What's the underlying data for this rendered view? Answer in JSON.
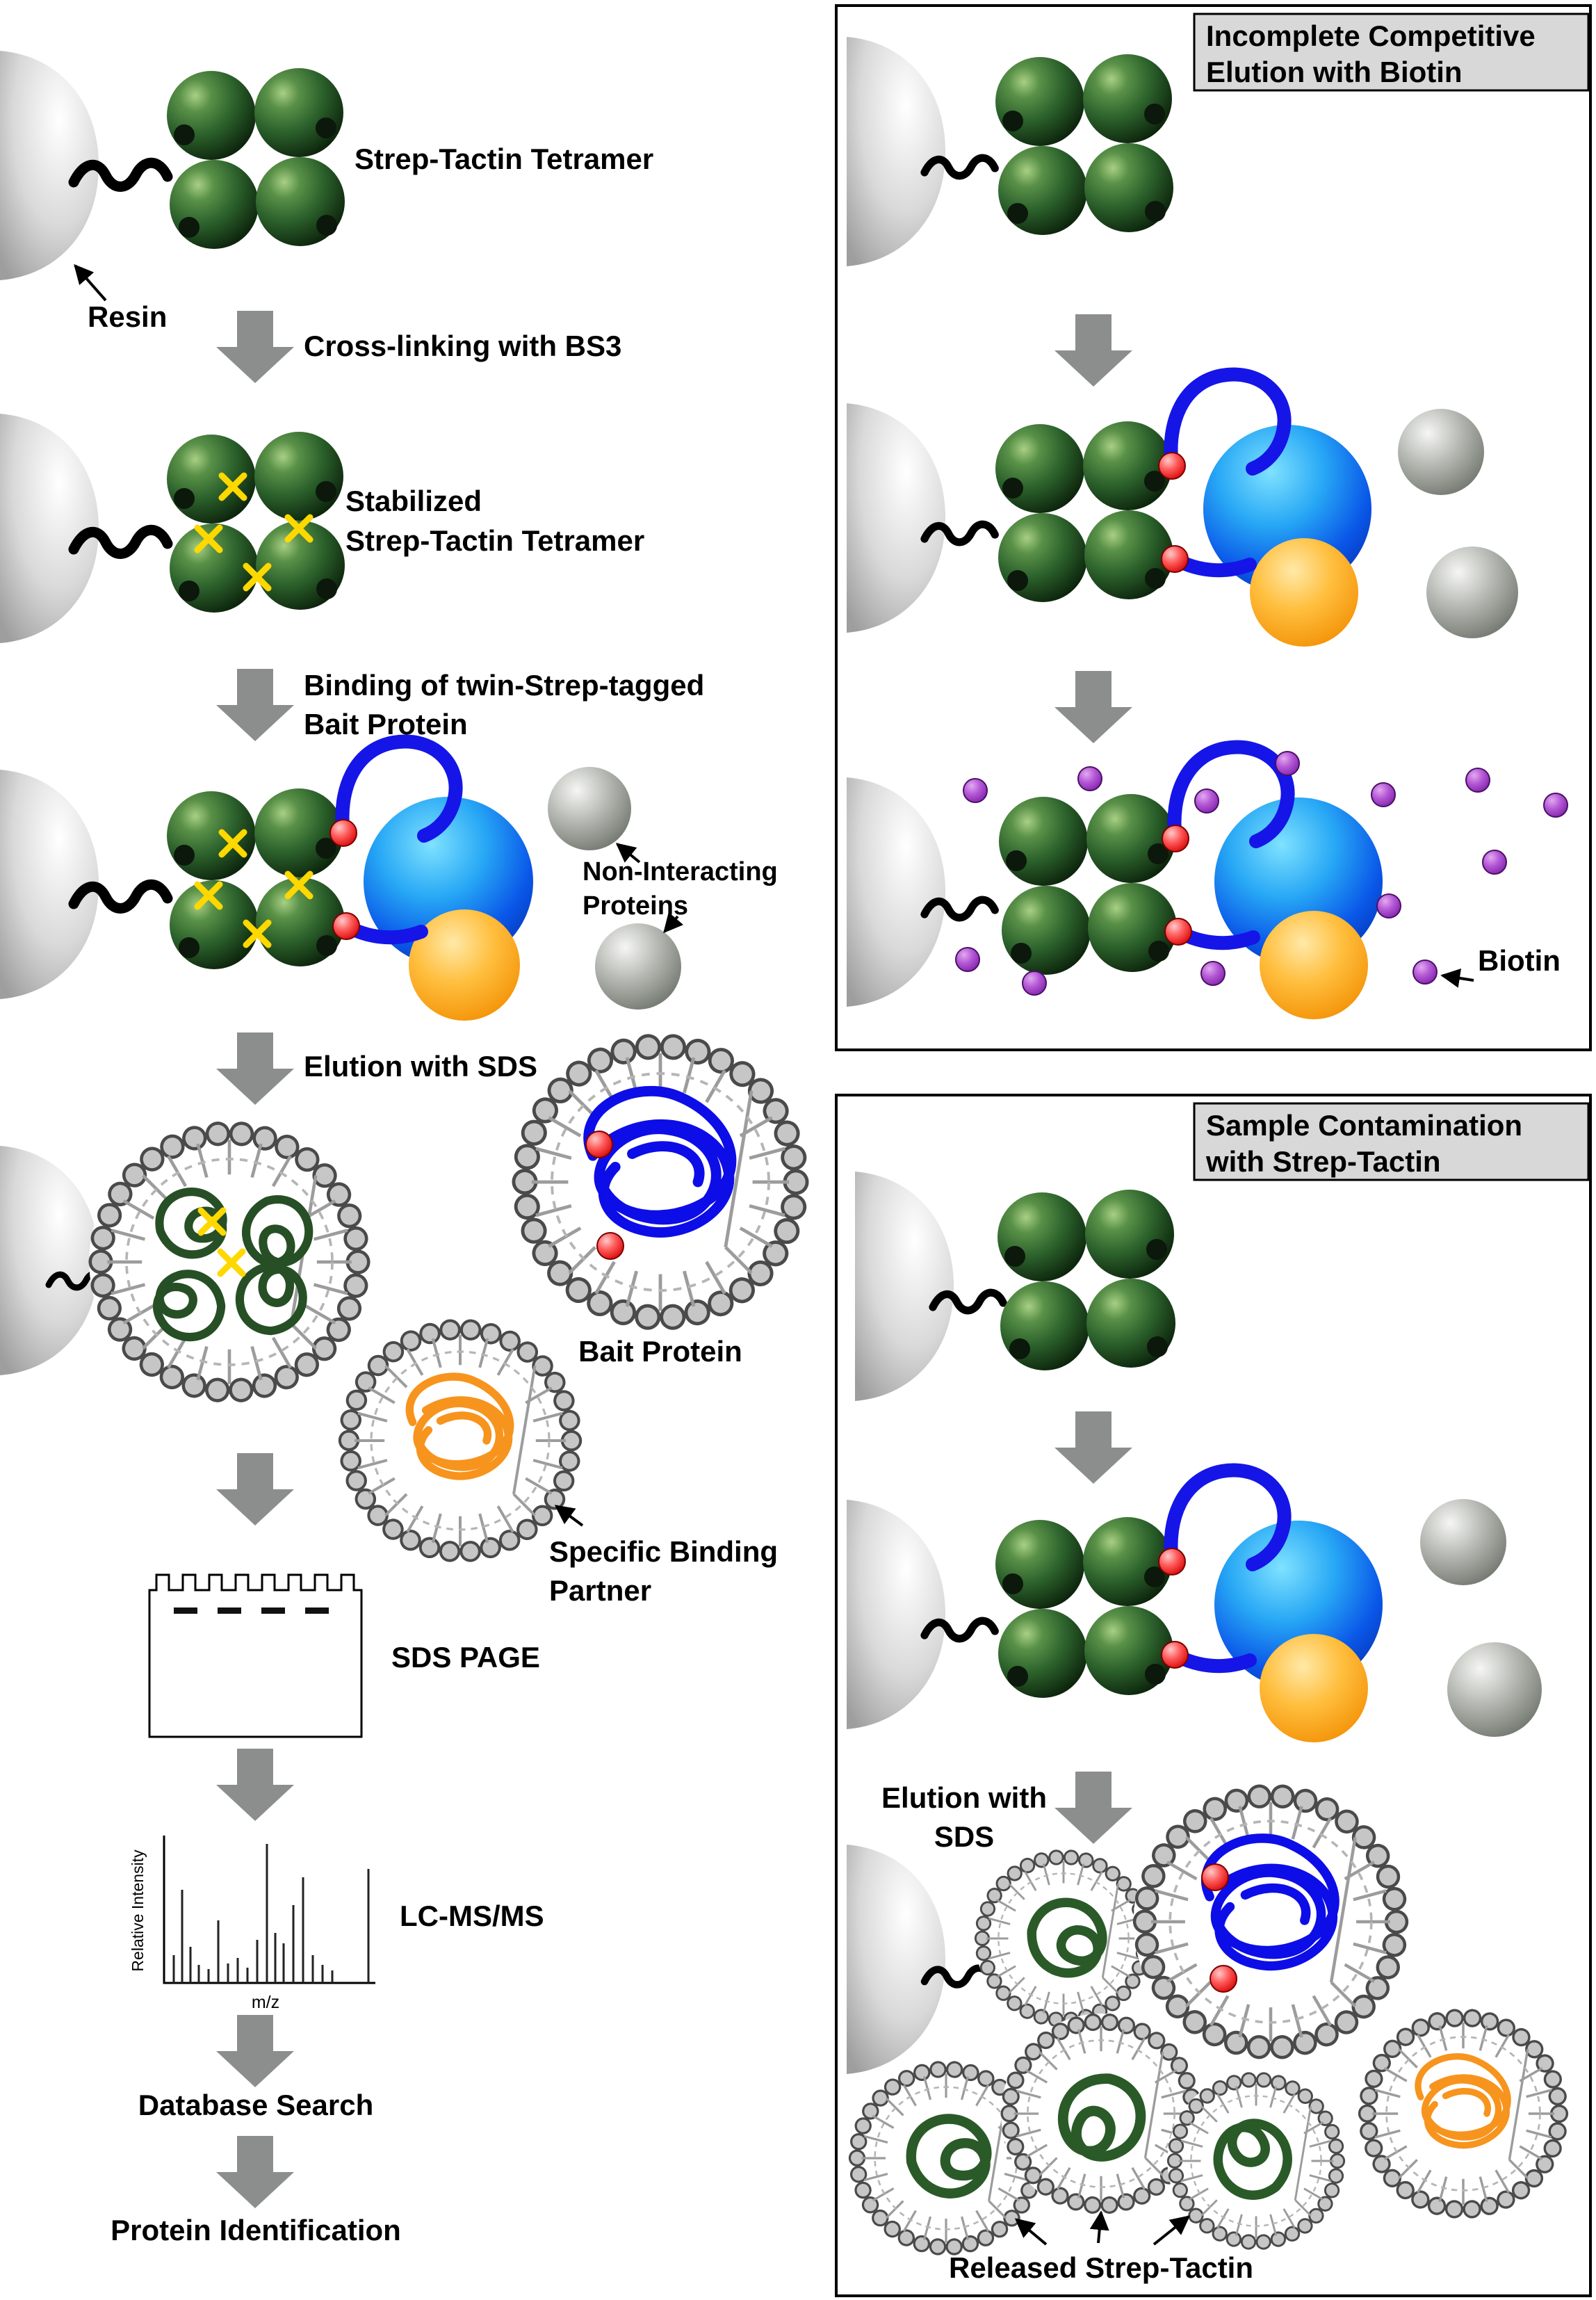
{
  "figure": {
    "left_flow": {
      "step1_title": "Strep-Tactin Tetramer",
      "resin_label": "Resin",
      "arrow1_label": "Cross-linking with BS3",
      "step2_title_l1": "Stabilized",
      "step2_title_l2": "Strep-Tactin Tetramer",
      "arrow2_label_l1": "Binding of twin-Strep-tagged",
      "arrow2_label_l2": "Bait Protein",
      "non_interacting_l1": "Non-Interacting",
      "non_interacting_l2": "Proteins",
      "arrow3_label": "Elution with SDS",
      "bait_micelle_label": "Bait Protein",
      "partner_label_l1": "Specific Binding",
      "partner_label_l2": "Partner",
      "sds_page_label": "SDS PAGE",
      "ms_ylabel": "Relative Intensity",
      "ms_xlabel": "m/z",
      "lcms_label": "LC-MS/MS",
      "db_search_label": "Database Search",
      "protein_id_label": "Protein Identification"
    },
    "biotin_panel": {
      "title_l1": "Incomplete Competitive",
      "title_l2": "Elution with Biotin",
      "biotin_label": "Biotin"
    },
    "contamination_panel": {
      "title_l1": "Sample Contamination",
      "title_l2": "with Strep-Tactin",
      "elution_l1": "Elution with",
      "elution_l2": "SDS",
      "released_label": "Released Strep-Tactin"
    },
    "colors": {
      "strep_tactin_green": "#2f6b2f",
      "bait_blue": "#1a6fe8",
      "twin_strep_tag_blue": "#1515e8",
      "partner_orange": "#f7a21b",
      "noninteracting_gray": "#9aa09a",
      "biotin_purple": "#a246cc",
      "crosslink_yellow": "#ffd800",
      "strep_tag_red": "#e63030",
      "arrow_gray": "#8c8e8e"
    }
  }
}
